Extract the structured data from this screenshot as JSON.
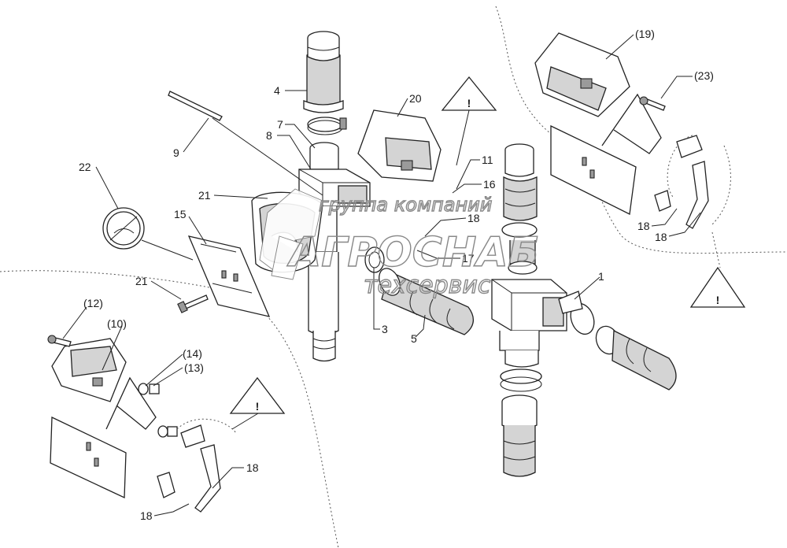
{
  "labels": {
    "l1": "1",
    "l3": "3",
    "l4": "4",
    "l5": "5",
    "l7": "7",
    "l8": "8",
    "l9": "9",
    "l10": "(10)",
    "l11": "11",
    "l12": "(12)",
    "l13": "(13)",
    "l14": "(14)",
    "l15": "15",
    "l16": "16",
    "l17": "17",
    "l18a": "18",
    "l18b": "18",
    "l18c": "18",
    "l18d": "18",
    "l18e": "18",
    "l19": "(19)",
    "l20": "20",
    "l21a": "21",
    "l21b": "21",
    "l22": "22",
    "l23": "(23)"
  },
  "warning_mark": "!",
  "watermark": {
    "line1": "группа компаний",
    "line2": "АГРОСНАБ",
    "line3": "техсервис"
  },
  "icons": [
    "warning-triangle-icon",
    "no-entry-sign-icon",
    "agrosnab-logo-icon"
  ]
}
